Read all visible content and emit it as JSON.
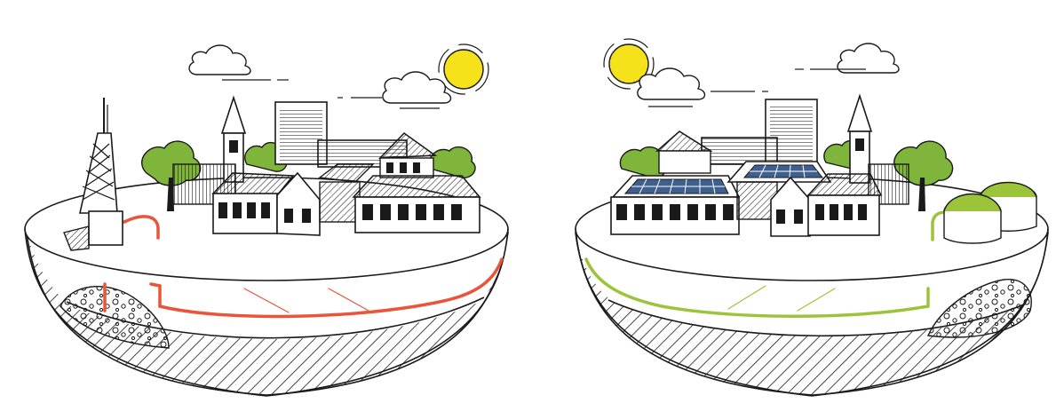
{
  "colors": {
    "background": "#ffffff",
    "ink": "#1a1a1a",
    "sun": "#f5e21b",
    "fossil_pipe": "#e8553b",
    "renewable_pipe": "#9cc43a",
    "tree": "#7fb53a",
    "solar_panel": "#3f5f8f",
    "biogas_dome": "#9cc43a"
  },
  "scenes": [
    {
      "id": "fossil",
      "icon": "gas-drilling-rig-icon",
      "pipe_color_key": "fossil_pipe"
    },
    {
      "id": "renewable",
      "icon": "biogas-tank-icon",
      "pipe_color_key": "renewable_pipe"
    }
  ]
}
